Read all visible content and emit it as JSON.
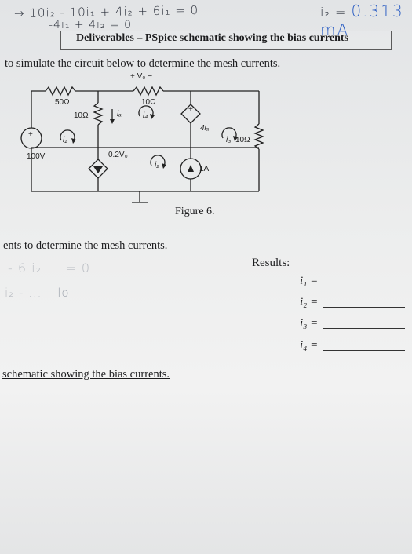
{
  "handwriting": {
    "line1": "→ 10i₂ - 10i₁ + 4i₂ + 6i₁ = 0",
    "line2": "-4i₁ + 4i₂ = 0",
    "i2_label": "i₂ =",
    "i2_value": "0.313 mA",
    "faded1": "- 6 i₂ ... = 0",
    "faded2": "i₂ - ...",
    "faded2_right": "lo"
  },
  "deliverables": "Deliverables – PSpice schematic showing the bias currents",
  "instruction": "to simulate the circuit below to determine the mesh currents.",
  "circuit": {
    "vo_label": "+  V₀  −",
    "r_top_left": "50Ω",
    "r_top_right": "10Ω",
    "r_mid": "10Ω",
    "ia": "iₐ",
    "i4": "i₄",
    "dep_vsrc": "4iₐ",
    "i3": "i₃",
    "r_right": "10Ω",
    "i1": "i₁",
    "vsrc": "100V",
    "dep_csrc": "0.2V₀",
    "i2": "i₂",
    "csrc": "1A",
    "plus": "+"
  },
  "figure_caption": "Figure 6.",
  "ents_line": "ents to determine the mesh currents.",
  "results": {
    "title": "Results:",
    "rows": [
      "i₁ =",
      "i₂ =",
      "i₃ =",
      "i₄ ="
    ]
  },
  "schematic_line": "schematic showing the bias currents."
}
